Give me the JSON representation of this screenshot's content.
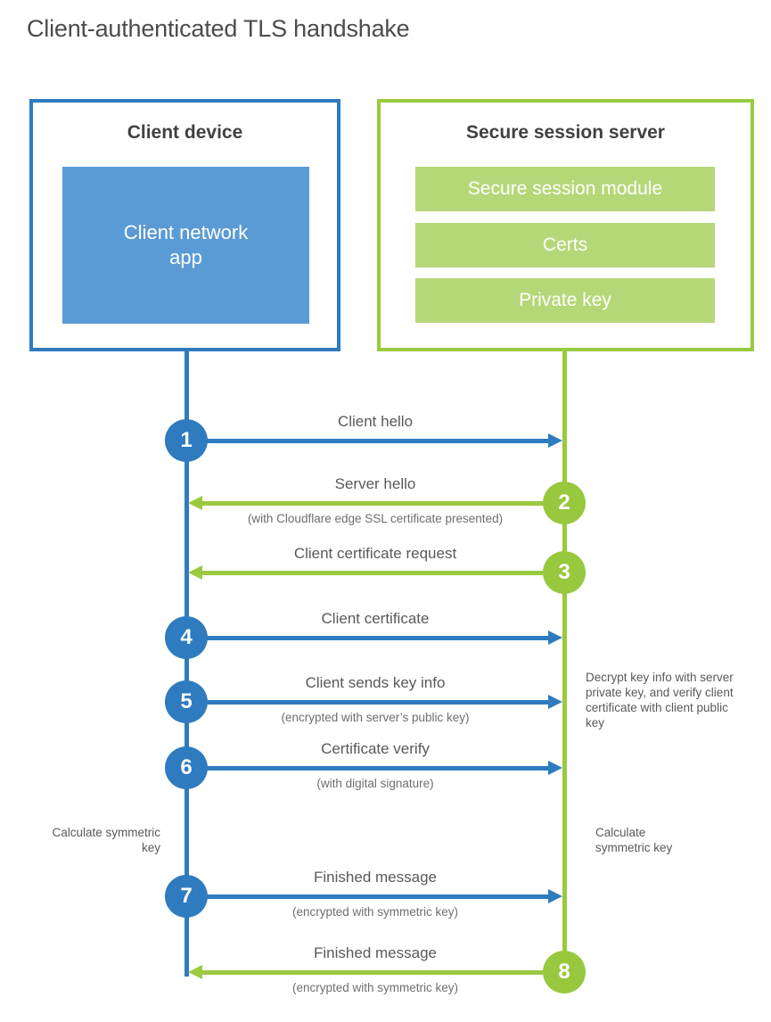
{
  "title": "Client-authenticated TLS handshake",
  "client": {
    "title": "Client device",
    "app": "Client network app"
  },
  "server": {
    "title": "Secure session server",
    "modules": [
      {
        "label": "Secure session module"
      },
      {
        "label": "Certs"
      },
      {
        "label": "Private key"
      }
    ]
  },
  "steps": [
    {
      "num": "1",
      "from": "client",
      "to": "server",
      "label": "Client hello",
      "sub": ""
    },
    {
      "num": "2",
      "from": "server",
      "to": "client",
      "label": "Server hello",
      "sub": "(with Cloudflare edge SSL certificate presented)"
    },
    {
      "num": "3",
      "from": "server",
      "to": "client",
      "label": "Client certificate request",
      "sub": ""
    },
    {
      "num": "4",
      "from": "client",
      "to": "server",
      "label": "Client certificate",
      "sub": ""
    },
    {
      "num": "5",
      "from": "client",
      "to": "server",
      "label": "Client sends key info",
      "sub": "(encrypted with server’s public key)"
    },
    {
      "num": "6",
      "from": "client",
      "to": "server",
      "label": "Certificate verify",
      "sub": "(with digital signature)"
    },
    {
      "num": "7",
      "from": "client",
      "to": "server",
      "label": "Finished message",
      "sub": "(encrypted with symmetric key)"
    },
    {
      "num": "8",
      "from": "server",
      "to": "client",
      "label": "Finished message",
      "sub": "(encrypted with symmetric key)"
    }
  ],
  "annotations": {
    "calc_left": "Calculate symmetric key",
    "calc_right": "Calculate symmetric key",
    "decrypt_note": "Decrypt key info with server private key, and verify client certificate with client public key"
  },
  "colors": {
    "blue_stroke": "#2e7bbf",
    "blue_fill": "#5b9bd5",
    "green_stroke": "#9aca3f",
    "green_circle": "#97c83e",
    "green_fill": "#b6d778",
    "heading_text": "#414042",
    "label_text": "#58595b"
  }
}
